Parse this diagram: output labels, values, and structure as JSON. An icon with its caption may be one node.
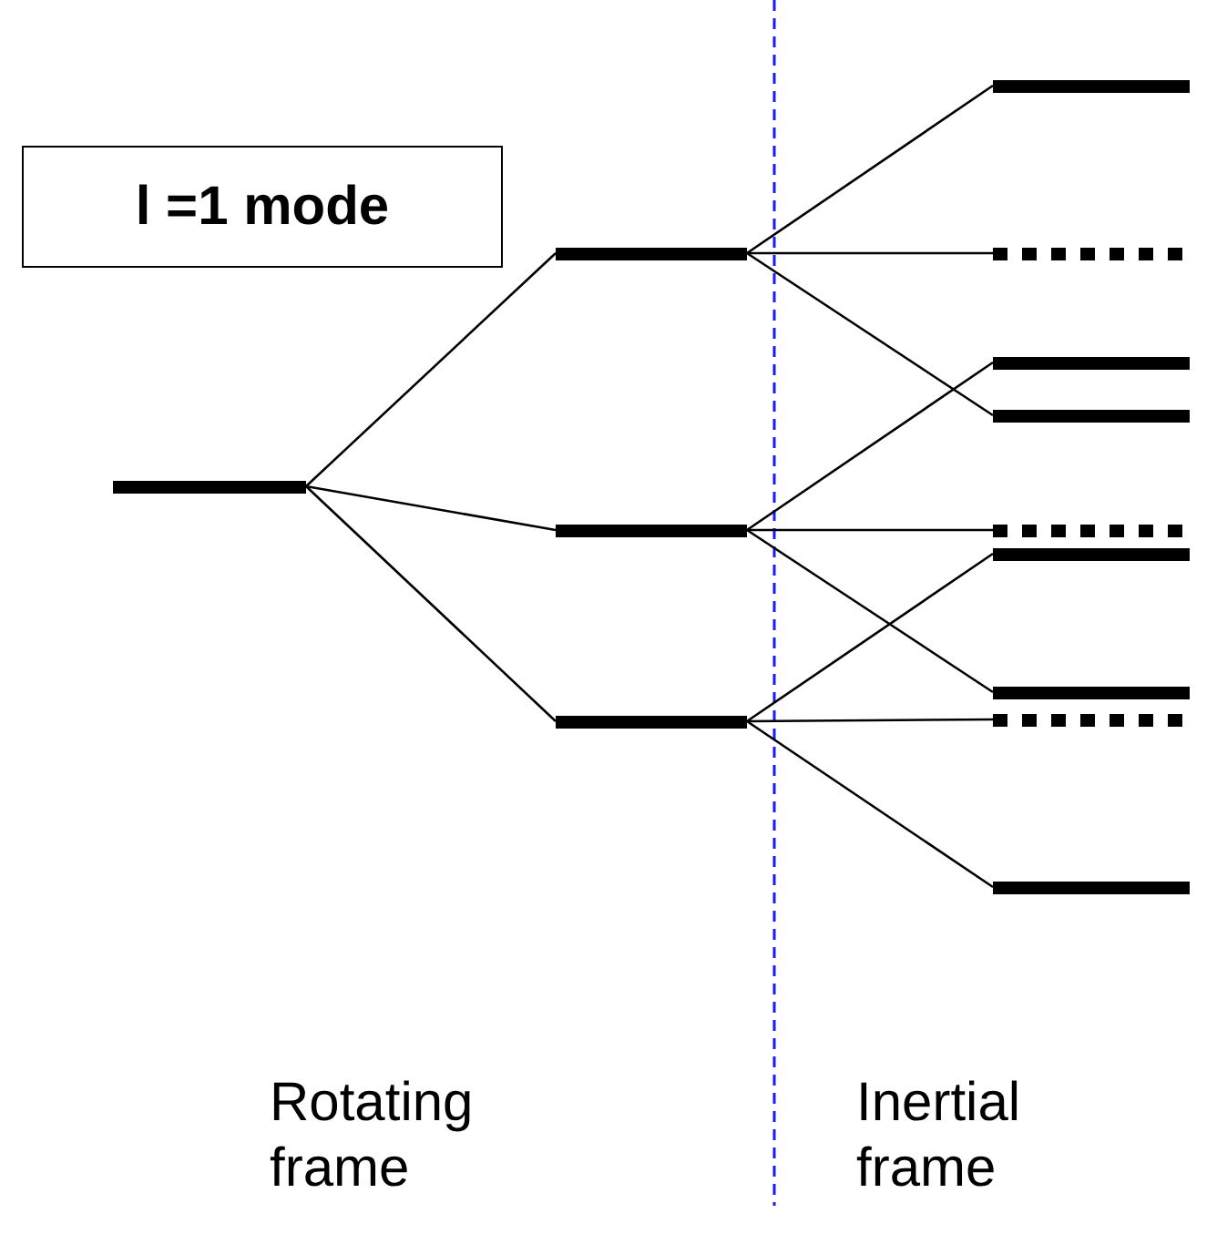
{
  "diagram": {
    "nodes": [
      {
        "text": [
          "l =1 mode"
        ]
      },
      {
        "text": [],
        "shape": "bar"
      },
      {
        "text": [],
        "shape": "bar"
      },
      {
        "text": [],
        "shape": "bar"
      },
      {
        "text": [],
        "shape": "bar"
      },
      {
        "text": [],
        "shape": "bar"
      },
      {
        "text": [],
        "shape": "dots"
      },
      {
        "text": [],
        "shape": "bar"
      },
      {
        "text": [],
        "shape": "bar"
      },
      {
        "text": [],
        "shape": "dots"
      },
      {
        "text": [],
        "shape": "bar"
      },
      {
        "text": [],
        "shape": "bar"
      },
      {
        "text": [],
        "shape": "dots"
      },
      {
        "text": [],
        "shape": "bar"
      }
    ],
    "edges": [
      {
        "from": 1,
        "to": 2,
        "arrow": "none"
      },
      {
        "from": 1,
        "to": 3,
        "arrow": "none"
      },
      {
        "from": 1,
        "to": 4,
        "arrow": "none"
      },
      {
        "from": 2,
        "to": 5,
        "arrow": "none"
      },
      {
        "from": 2,
        "to": 6,
        "arrow": "none"
      },
      {
        "from": 2,
        "to": 8,
        "arrow": "none"
      },
      {
        "from": 3,
        "to": 7,
        "arrow": "none"
      },
      {
        "from": 3,
        "to": 9,
        "arrow": "none"
      },
      {
        "from": 3,
        "to": 11,
        "arrow": "none"
      },
      {
        "from": 4,
        "to": 10,
        "arrow": "none"
      },
      {
        "from": 4,
        "to": 12,
        "arrow": "none"
      },
      {
        "from": 4,
        "to": 13,
        "arrow": "none"
      }
    ],
    "labels": [
      "Rotating frame",
      "Inertial frame"
    ]
  }
}
